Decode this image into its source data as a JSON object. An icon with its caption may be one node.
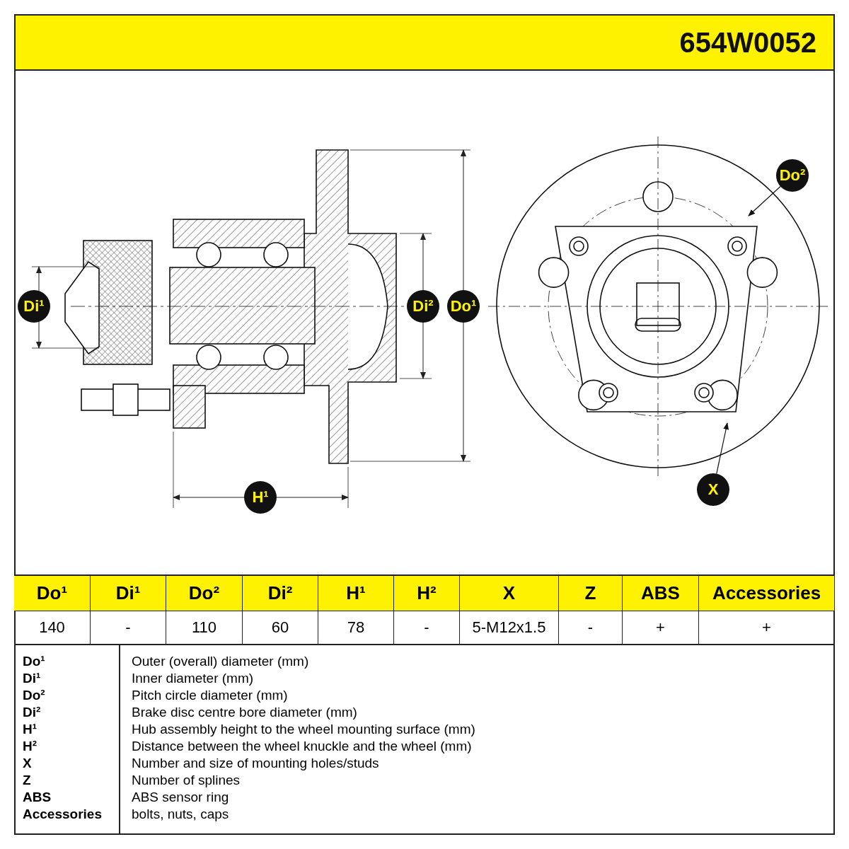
{
  "diagram": {
    "nodes": [
      {
        "text": [
          "Di¹"
        ]
      },
      {
        "text": [
          "Di²"
        ]
      },
      {
        "text": [
          "Do¹"
        ]
      },
      {
        "text": [
          "Do²"
        ]
      },
      {
        "text": [
          "H¹"
        ]
      },
      {
        "text": [
          "X"
        ]
      }
    ],
    "edges": [
      {
        "from": 3,
        "to": null,
        "arrow": "to"
      },
      {
        "from": 5,
        "to": null,
        "arrow": "to"
      }
    ],
    "labels": [
      "654W0052",
      "Do¹",
      "Di¹",
      "Do²",
      "Di²",
      "H¹",
      "H²",
      "X",
      "Z",
      "ABS",
      "Accessories",
      "140",
      "-",
      "110",
      "60",
      "78",
      "-",
      "5-M12x1.5",
      "-",
      "+",
      "+",
      "Do¹",
      "Outer (overall) diameter (mm)",
      "Di¹",
      "Inner diameter (mm)",
      "Do²",
      "Pitch circle diameter (mm)",
      "Di²",
      "Brake disc centre bore diameter (mm)",
      "H¹",
      "Hub assembly height to the wheel mounting surface (mm)",
      "H²",
      "Distance between the wheel knuckle and the wheel (mm)",
      "X",
      "Number and size of mounting holes/studs",
      "Z",
      "Number of splines",
      "ABS",
      "ABS sensor ring",
      "Accessories",
      "bolts, nuts, caps"
    ]
  }
}
